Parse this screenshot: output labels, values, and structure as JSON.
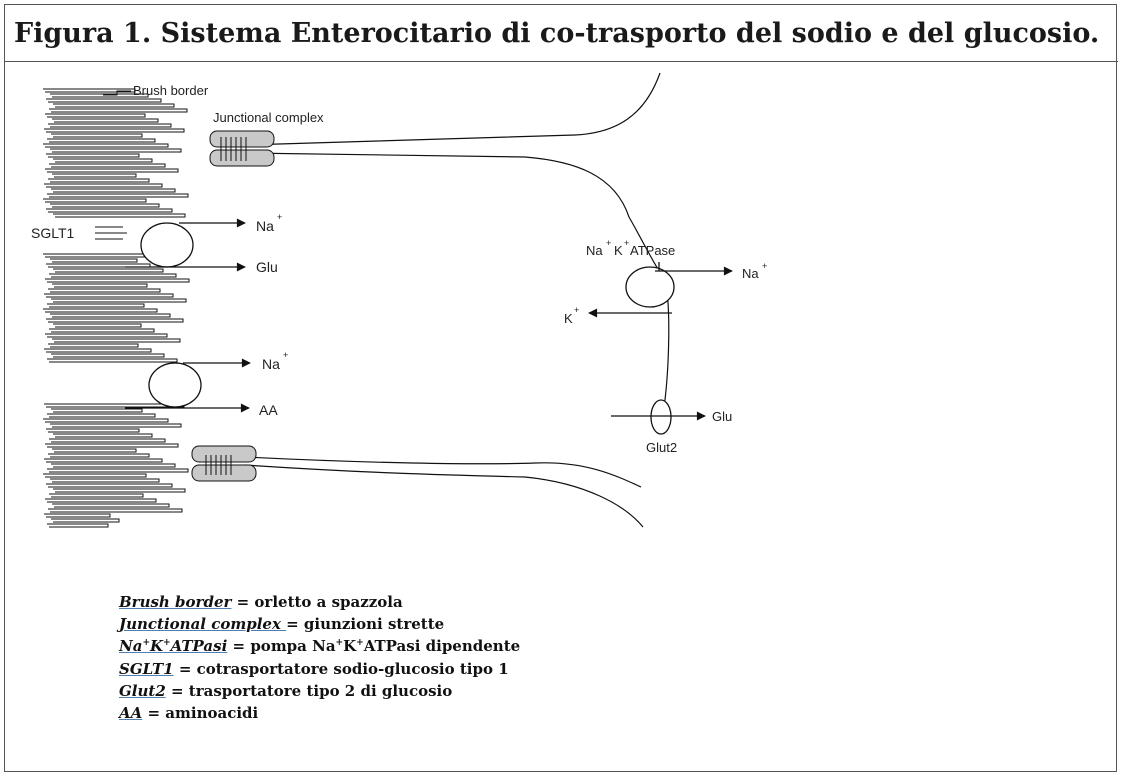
{
  "title": "Figura 1. Sistema Enterocitario di co-trasporto del sodio e del glucosio.",
  "diagram": {
    "brush_border": "Brush border",
    "junctional_complex": "Junctional complex",
    "sglt1": "SGLT1",
    "na": "Na",
    "plus": "+",
    "glu": "Glu",
    "aa": "AA",
    "k": "K",
    "atpase_na": "Na",
    "atpase_k": "K",
    "atpase": "ATPase",
    "glut2": "Glut2"
  },
  "legend": [
    {
      "term": "Brush border",
      "definition": "= orletto a spazzola"
    },
    {
      "term": "Junctional complex ",
      "definition": "= giunzioni strette"
    },
    {
      "term_na": "Na",
      "term_k": "K",
      "term_rest": "ATPasi",
      "sup": "+",
      "definition_pre": "= pompa Na",
      "definition_mid": "K",
      "definition_post": "ATPasi dipendente"
    },
    {
      "term": "SGLT1",
      "definition": "= cotrasportatore sodio-glucosio tipo 1"
    },
    {
      "term": "Glut2",
      "definition": "= trasportatore tipo 2 di glucosio"
    },
    {
      "term": "AA",
      "definition": "= aminoacidi"
    }
  ]
}
